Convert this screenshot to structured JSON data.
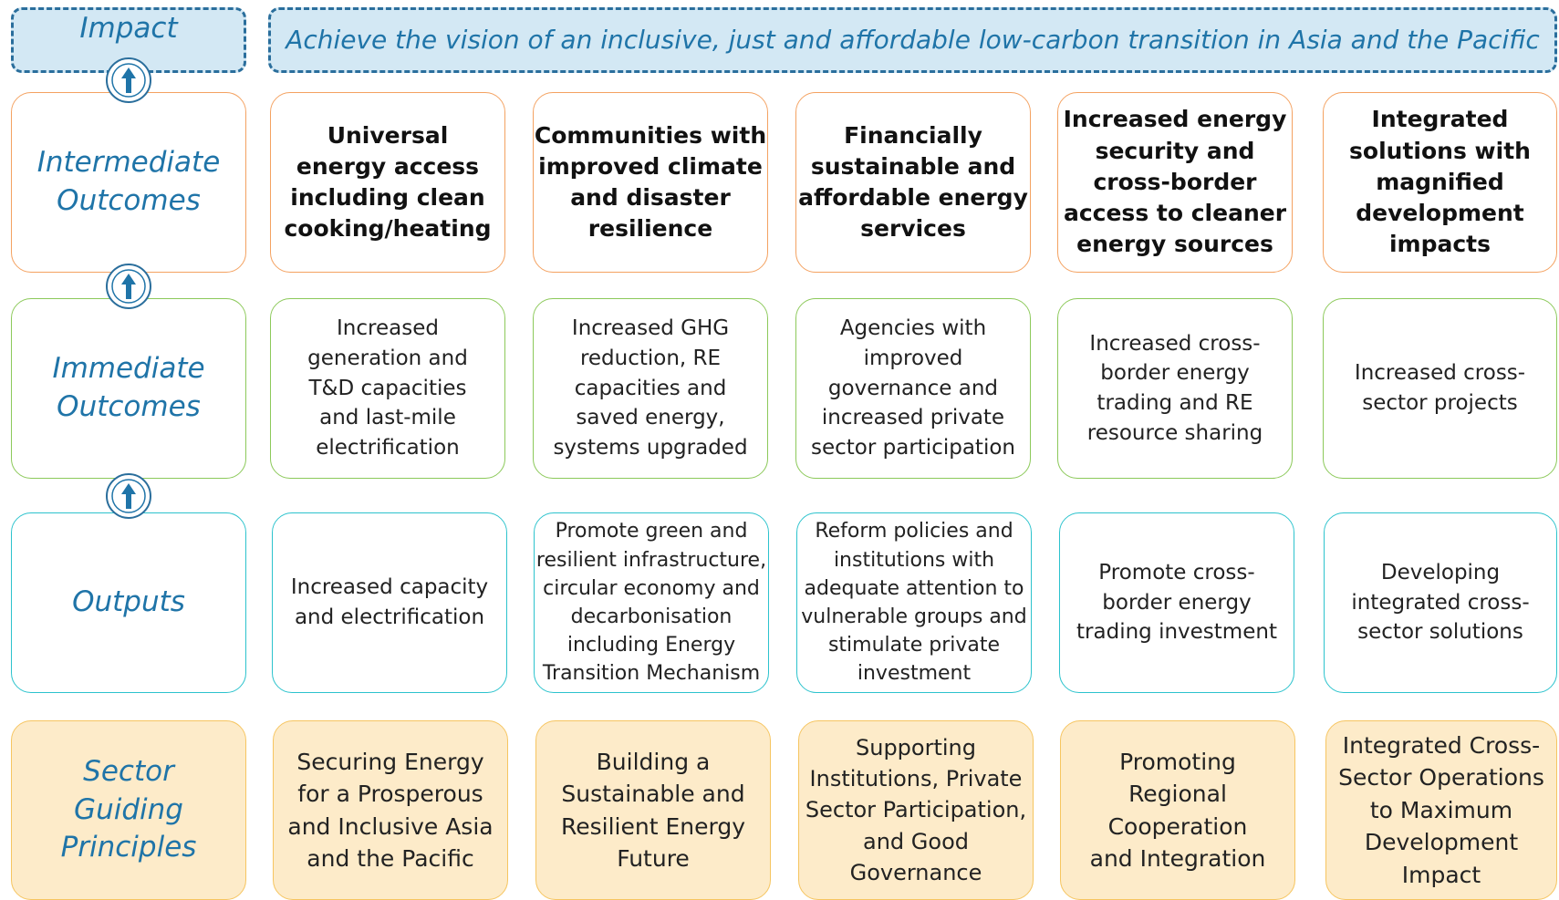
{
  "row_labels": {
    "impact": "Impact",
    "intermediate": "Intermediate\nOutcomes",
    "immediate": "Immediate\nOutcomes",
    "outputs": "Outputs",
    "principles": "Sector\nGuiding\nPrinciples"
  },
  "impact_statement": "Achieve the vision of an inclusive, just and affordable  low-carbon transition in Asia and the Pacific",
  "intermediate_outcomes": [
    "Universal\nenergy access\nincluding clean\ncooking/heating",
    "Communities with\nimproved climate\nand disaster\nresilience",
    "Financially\nsustainable and\naffordable energy\nservices",
    "Increased energy\nsecurity and\ncross-border\naccess to cleaner\nenergy sources",
    "Integrated\nsolutions with\nmagnified\ndevelopment\nimpacts"
  ],
  "immediate_outcomes": [
    "Increased\ngeneration and\nT&D capacities\nand last-mile\nelectrification",
    "Increased GHG\nreduction, RE\ncapacities and\nsaved energy,\nsystems upgraded",
    "Agencies with\nimproved\ngovernance and\nincreased private\nsector participation",
    "Increased cross-\nborder energy\ntrading and RE\nresource sharing",
    "Increased cross-\nsector projects"
  ],
  "outputs": [
    "Increased capacity\nand electrification",
    "Promote green and\nresilient infrastructure,\ncircular economy and\ndecarbonisation\nincluding Energy\nTransition Mechanism",
    "Reform policies and\ninstitutions with\nadequate attention to\nvulnerable groups and\nstimulate private\ninvestment",
    "Promote cross-\nborder energy\ntrading investment",
    "Developing\nintegrated cross-\nsector solutions"
  ],
  "guiding_principles": [
    "Securing Energy\nfor a Prosperous\nand Inclusive Asia\nand the Pacific",
    "Building a\nSustainable and\nResilient Energy\nFuture",
    "Supporting\nInstitutions, Private\nSector Participation,\nand Good Governance",
    "Promoting\nRegional\nCooperation\nand Integration",
    "Integrated Cross-\nSector Operations\nto Maximum\nDevelopment\nImpact"
  ],
  "icons": {
    "connector": "up-arrow-icon"
  },
  "colors": {
    "label_text": "#1f74a8",
    "impact_fill": "#d3e8f4",
    "intermediate_border": "#f4a261",
    "immediate_border": "#8cc95a",
    "outputs_border": "#2cc3cd",
    "principles_fill": "#fdebc9",
    "principles_border": "#f6c560"
  }
}
